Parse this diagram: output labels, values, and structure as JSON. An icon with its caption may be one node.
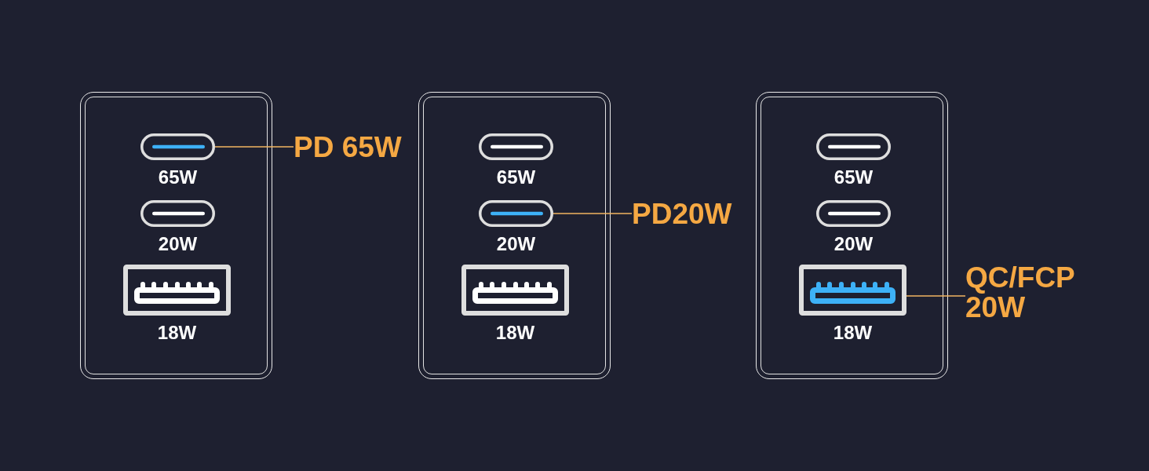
{
  "diagram": {
    "nodes": [
      {
        "text": [],
        "shape": "box"
      },
      {
        "text": [],
        "shape": "pill",
        "in": 0,
        "beside": [
          "65W"
        ]
      },
      {
        "text": [],
        "shape": "pill",
        "in": 0,
        "beside": [
          "20W"
        ]
      },
      {
        "text": [],
        "shape": "box",
        "in": 0,
        "beside": [
          "18W"
        ]
      },
      {
        "text": [
          "PD 65W"
        ]
      },
      {
        "text": [],
        "shape": "box"
      },
      {
        "text": [],
        "shape": "pill",
        "in": 5,
        "beside": [
          "65W"
        ]
      },
      {
        "text": [],
        "shape": "pill",
        "in": 5,
        "beside": [
          "20W"
        ]
      },
      {
        "text": [],
        "shape": "box",
        "in": 5,
        "beside": [
          "18W"
        ]
      },
      {
        "text": [
          "PD20W"
        ]
      },
      {
        "text": [],
        "shape": "box"
      },
      {
        "text": [],
        "shape": "pill",
        "in": 10,
        "beside": [
          "65W"
        ]
      },
      {
        "text": [],
        "shape": "pill",
        "in": 10,
        "beside": [
          "20W"
        ]
      },
      {
        "text": [],
        "shape": "box",
        "in": 10,
        "beside": [
          "18W"
        ]
      },
      {
        "text": [
          "QC/FCP 20W"
        ]
      }
    ],
    "edges": [
      {
        "from": 4,
        "to": 1,
        "arrow": "none"
      },
      {
        "from": 9,
        "to": 7,
        "arrow": "none"
      },
      {
        "from": 14,
        "to": 13,
        "arrow": "none"
      }
    ]
  }
}
